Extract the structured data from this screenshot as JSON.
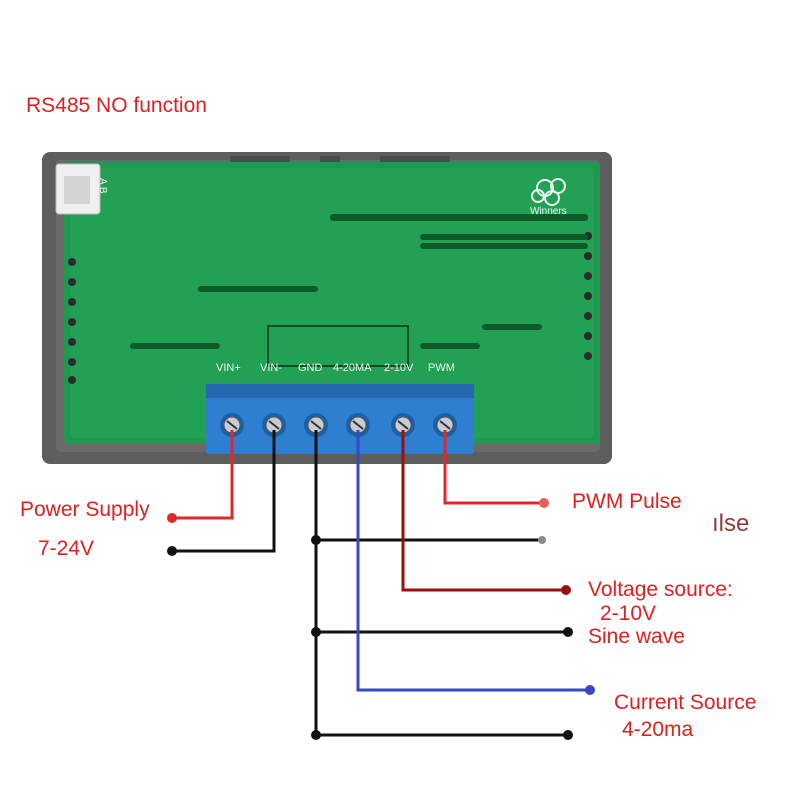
{
  "header": {
    "rs485_label": "RS485 NO function"
  },
  "board": {
    "logo_text": "Winners",
    "connector_pins": "A B",
    "terminals": [
      "VIN+",
      "VIN-",
      "GND",
      "4-20MA",
      "2-10V",
      "PWM"
    ]
  },
  "connections": {
    "power_supply": {
      "title": "Power Supply",
      "range": "7-24V"
    },
    "pwm": {
      "title": "PWM Pulse",
      "ghost": "ılse"
    },
    "voltage": {
      "title": "Voltage source:",
      "range": "2-10V",
      "signal": "Sine wave"
    },
    "current": {
      "title": "Current Source",
      "range": "4-20ma"
    }
  },
  "colors": {
    "board_green": "#1e9a4e",
    "housing_gray": "#5d5d5d",
    "terminal_blue": "#2f7fd0",
    "wire_red": "#e02828",
    "wire_darkred": "#9a1010",
    "wire_blue": "#3a46c8",
    "wire_black": "#111111",
    "label_red": "#e02020"
  }
}
